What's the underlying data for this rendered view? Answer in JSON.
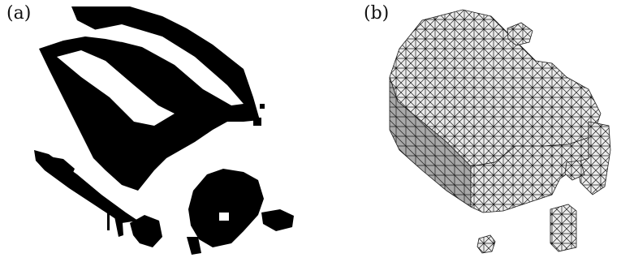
{
  "figure": {
    "panels": [
      {
        "id": "a",
        "label": "(a)"
      },
      {
        "id": "b",
        "label": "(b)"
      }
    ]
  },
  "colors": {
    "background": "#ffffff",
    "voxel_fill": "#000000",
    "mesh_face_light": "#e6e6e6",
    "mesh_face_dark": "#a9a9a9",
    "mesh_edge": "#1a1a1a"
  }
}
